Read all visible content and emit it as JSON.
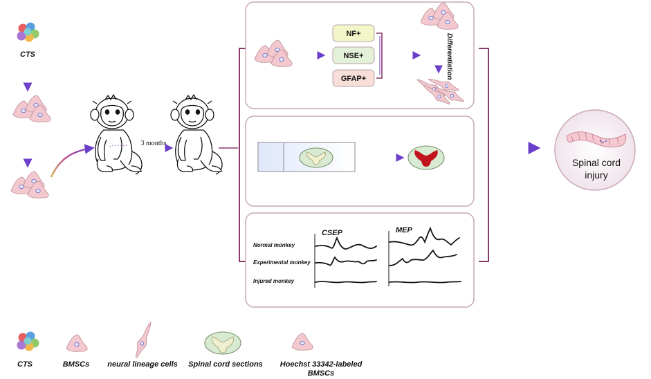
{
  "flow": {
    "cts_label": "CTS",
    "interval_label": "3 months"
  },
  "markers": [
    "NF+",
    "NSE+",
    "GFAP+"
  ],
  "differentiation_label": "Differentiation",
  "outcome": {
    "line1": "Spinal cord",
    "line2": "injury"
  },
  "electrophysiology": {
    "csep_label": "CSEP",
    "mep_label": "MEP",
    "rows": [
      "Normal monkey",
      "Experimental monkey",
      "Injured monkey"
    ]
  },
  "legend": [
    {
      "label": "CTS"
    },
    {
      "label": "BMSCs"
    },
    {
      "label": "neural lineage cells"
    },
    {
      "label": "Spinal cord sections"
    },
    {
      "label": "Hoechst 33342-labeled",
      "label2": "BMSCs"
    }
  ],
  "colors": {
    "panel_border": "#c9a7b4",
    "bracket": "#8b3a6a",
    "cell_fill": "#f3c9cf",
    "cell_stroke": "#b88a93",
    "nucleus": "#6a6fc9",
    "arrow_gradient_start": "#b8a86b",
    "arrow_gradient_end": "#6b3fc9",
    "marker_nf": "#f3f6c8",
    "marker_nse": "#e3f1d9",
    "marker_gfap": "#f7ded8",
    "lesion_red": "#c1121f",
    "section_green": "#d8ead1",
    "outcome_bg": "#f1e8ee"
  }
}
